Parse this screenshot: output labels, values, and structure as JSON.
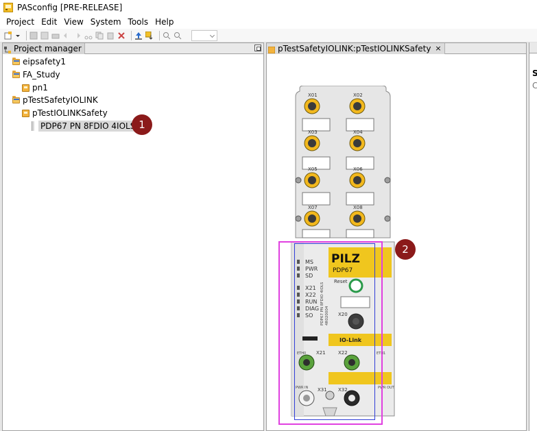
{
  "window": {
    "title": "PASconfig [PRE-RELEASE]"
  },
  "menu": [
    "Project",
    "Edit",
    "View",
    "System",
    "Tools",
    "Help"
  ],
  "project_manager": {
    "tab_label": "Project manager",
    "tree": [
      {
        "label": "eipsafety1",
        "type": "folder",
        "indent": 0
      },
      {
        "label": "FA_Study",
        "type": "folder",
        "indent": 0
      },
      {
        "label": "pn1",
        "type": "network",
        "indent": 1
      },
      {
        "label": "pTestSafetyIOLINK",
        "type": "folder",
        "indent": 0
      },
      {
        "label": "pTestIOLINKSafety",
        "type": "network",
        "indent": 1
      },
      {
        "label": "PDP67 PN 8FDIO 4IOLS",
        "type": "device",
        "indent": 2,
        "selected": true
      }
    ]
  },
  "editor": {
    "tab_label": "pTestSafetyIOLINK:pTestIOLINKSafety",
    "close_glyph": "×"
  },
  "right_panel": {
    "partial_letters": [
      "S",
      "C"
    ]
  },
  "badges": [
    "1",
    "2"
  ],
  "device": {
    "brand": "PILZ",
    "model": "PDP67",
    "ports_top": [
      "X01",
      "X02",
      "X03",
      "X04",
      "X05",
      "X06",
      "X07",
      "X08"
    ],
    "leds": [
      "MS",
      "PWR",
      "SD",
      "X21",
      "X22",
      "RUN",
      "DIAG",
      "SO"
    ],
    "reset_label": "Reset",
    "port_x20": "X20",
    "iolink_label": "IO-Link",
    "port_x21": "X21",
    "port_x22": "X22",
    "eth0": "ETH0",
    "eth1": "ETH1",
    "port_x31": "X31",
    "port_x32": "X32",
    "pwr_in": "PWR IN",
    "pwr_out": "PWR OUT",
    "side_text": "PDP67 PN 8FDIO 4IOLS",
    "side_code": "4R020004"
  },
  "colors": {
    "pilz_yellow": "#f0c61e",
    "badge_red": "#8b1a1a",
    "highlight_magenta": "#e040e0",
    "highlight_blue": "#2f3dd8",
    "port_yellow": "#f2b81d",
    "port_green": "#5aa23c"
  }
}
